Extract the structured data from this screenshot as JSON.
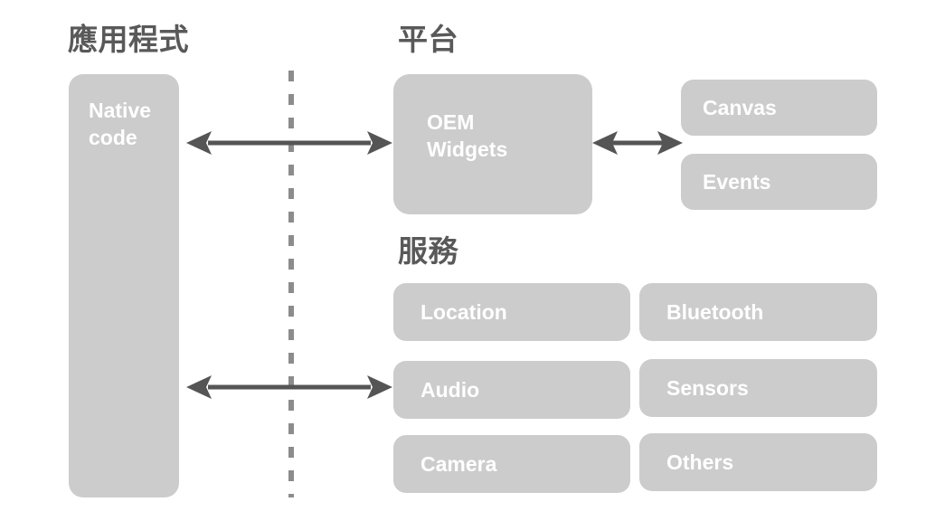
{
  "diagram": {
    "title": "Flutter architecture layers",
    "background_color": "#ffffff",
    "block_fill_color": "#cccccc",
    "block_text_color": "#ffffff",
    "heading_text_color": "#595959",
    "connector_color": "#555555",
    "boundary_line_color": "#8c8c8c"
  },
  "headings": {
    "applications": "應用程式",
    "platform": "平台",
    "services": "服務"
  },
  "application_layer": {
    "native_code": "Native\ncode"
  },
  "platform_layer": {
    "oem_widgets": "OEM\nWidgets",
    "modules": [
      {
        "label": "Canvas"
      },
      {
        "label": "Events"
      }
    ]
  },
  "services_layer": {
    "left_column": [
      {
        "label": "Location"
      },
      {
        "label": "Audio"
      },
      {
        "label": "Camera"
      }
    ],
    "right_column": [
      {
        "label": "Bluetooth"
      },
      {
        "label": "Sensors"
      },
      {
        "label": "Others"
      }
    ]
  },
  "connectors": [
    {
      "name": "native-to-platform",
      "style": "double-headed-arrow"
    },
    {
      "name": "native-to-services",
      "style": "double-headed-arrow"
    },
    {
      "name": "oem-to-modules",
      "style": "double-headed-arrow"
    }
  ],
  "boundary": {
    "name": "process-boundary",
    "style": "vertical-dashed-line"
  }
}
